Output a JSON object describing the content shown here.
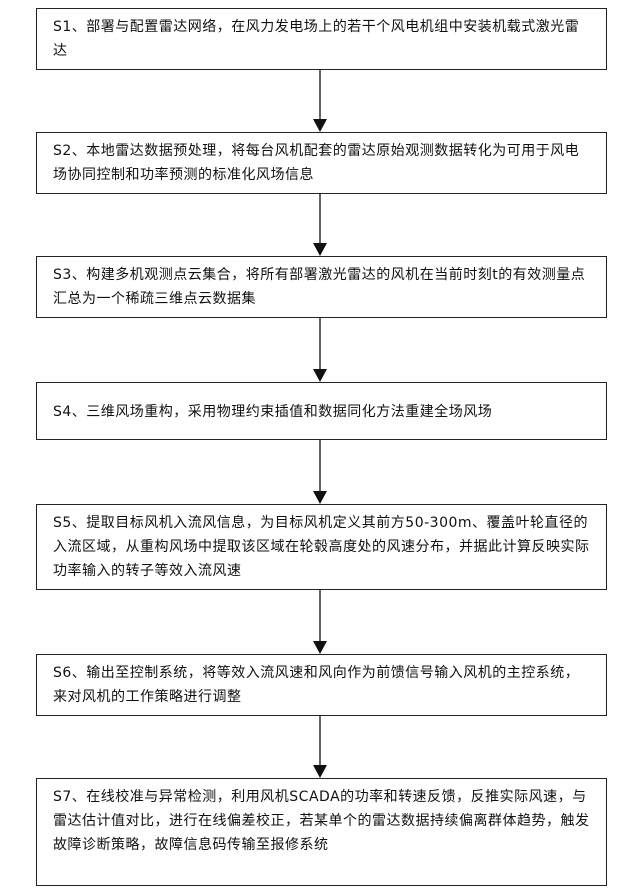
{
  "steps": [
    {
      "id": "S1",
      "text": "S1、部署与配置雷达网络，在风力发电场上的若干个风电机组中安装机载式激光雷达"
    },
    {
      "id": "S2",
      "text": "S2、本地雷达数据预处理，将每台风机配套的雷达原始观测数据转化为可用于风电场协同控制和功率预测的标准化风场信息"
    },
    {
      "id": "S3",
      "text": "S3、构建多机观测点云集合，将所有部署激光雷达的风机在当前时刻t的有效测量点汇总为一个稀疏三维点云数据集"
    },
    {
      "id": "S4",
      "text": "S4、三维风场重构，采用物理约束插值和数据同化方法重建全场风场"
    },
    {
      "id": "S5",
      "text": "S5、提取目标风机入流风信息，为目标风机定义其前方50-300m、覆盖叶轮直径的入流区域，从重构风场中提取该区域在轮毂高度处的风速分布，并据此计算反映实际功率输入的转子等效入流风速"
    },
    {
      "id": "S6",
      "text": "S6、输出至控制系统，将等效入流风速和风向作为前馈信号输入风机的主控系统，来对风机的工作策略进行调整"
    },
    {
      "id": "S7",
      "text": "S7、在线校准与异常检测，利用风机SCADA的功率和转速反馈，反推实际风速，与雷达估计值对比，进行在线偏差校正，若某单个的雷达数据持续偏离群体趋势，触发故障诊断策略，故障信息码传输至报修系统"
    }
  ]
}
